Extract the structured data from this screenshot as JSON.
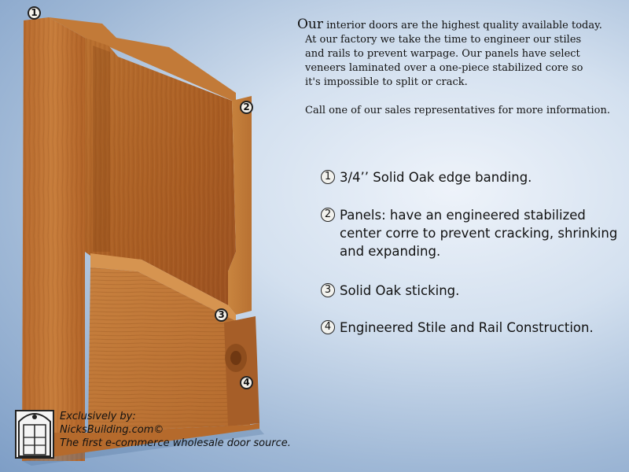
{
  "intro": {
    "big_word": "Our",
    "line1_rest": " interior doors are the highest quality available today.",
    "line2": "At our factory we take the time to engineer our stiles",
    "line3": "and rails to prevent warpage. Our panels have select",
    "line4": "veneers laminated over a one-piece stabilized core so",
    "line5": "it's impossible to split or crack.",
    "call": "Call one of our sales representatives for more information."
  },
  "callouts": [
    "1",
    "2",
    "3",
    "4"
  ],
  "features": [
    {
      "num": "1",
      "text": "3/4’’ Solid Oak edge banding."
    },
    {
      "num": "2",
      "text": "Panels: have an engineered stabilized center corre to prevent cracking, shrinking and expanding."
    },
    {
      "num": "3",
      "text": "Solid Oak sticking."
    },
    {
      "num": "4",
      "text": "Engineered Stile and Rail Construction."
    }
  ],
  "footer": {
    "line1": "Exclusively by:",
    "line2": "NicksBuilding.com©",
    "line3": "The first e-commerce wholesale door source."
  },
  "colors": {
    "wood_light": "#c57a38",
    "wood_mid": "#a55a22",
    "wood_dark": "#7a3f14",
    "background": "#a9c0dc"
  }
}
